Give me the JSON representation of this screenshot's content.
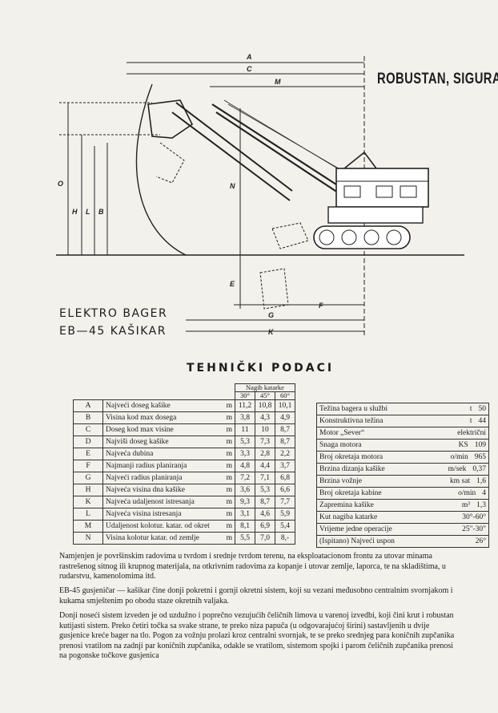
{
  "header": {
    "headline": "ROBUSTAN, SIGURA"
  },
  "diagram": {
    "dimension_labels": [
      "A",
      "C",
      "M",
      "O",
      "H",
      "L",
      "B",
      "N",
      "E",
      "F",
      "G",
      "K"
    ]
  },
  "model": {
    "line1": "ELEKTRO BAGER",
    "line2": "EB—45 KAŠIKAR"
  },
  "section_title": "TEHNIČKI PODACI",
  "spec_table": {
    "angle_header": "Nagib katarke",
    "angles": [
      "30°",
      "45°",
      "60°"
    ],
    "rows": [
      {
        "code": "A",
        "desc": "Najveći doseg kašike",
        "unit": "m",
        "v": [
          "11,2",
          "10,8",
          "10,1"
        ]
      },
      {
        "code": "B",
        "desc": "Visina kod max dosega",
        "unit": "m",
        "v": [
          "3,8",
          "4,3",
          "4,9"
        ]
      },
      {
        "code": "C",
        "desc": "Doseg kod max visine",
        "unit": "m",
        "v": [
          "11",
          "10",
          "8,7"
        ]
      },
      {
        "code": "D",
        "desc": "Najviši doseg kašike",
        "unit": "m",
        "v": [
          "5,3",
          "7,3",
          "8,7"
        ]
      },
      {
        "code": "E",
        "desc": "Najveća dubina",
        "unit": "m",
        "v": [
          "3,3",
          "2,8",
          "2,2"
        ]
      },
      {
        "code": "F",
        "desc": "Najmanji radius planiranja",
        "unit": "m",
        "v": [
          "4,8",
          "4,4",
          "3,7"
        ]
      },
      {
        "code": "G",
        "desc": "Najveći radius planiranja",
        "unit": "m",
        "v": [
          "7,2",
          "7,1",
          "6,8"
        ]
      },
      {
        "code": "H",
        "desc": "Najveća visina dna kašike",
        "unit": "m",
        "v": [
          "3,6",
          "5,3",
          "6,6"
        ]
      },
      {
        "code": "K",
        "desc": "Najveća udaljenost istresanja",
        "unit": "m",
        "v": [
          "9,3",
          "8,7",
          "7,7"
        ]
      },
      {
        "code": "L",
        "desc": "Najveća visina istresanja",
        "unit": "m",
        "v": [
          "3,1",
          "4,6",
          "5,9"
        ]
      },
      {
        "code": "M",
        "desc": "Udaljenost kolotur. katar. od okret",
        "unit": "m",
        "v": [
          "8,1",
          "6,9",
          "5,4"
        ]
      },
      {
        "code": "N",
        "desc": "Visina kolotur katar. od zemlje",
        "unit": "m",
        "v": [
          "5,5",
          "7,0",
          "8,-"
        ]
      }
    ]
  },
  "data_table": {
    "rows": [
      {
        "label": "Težina bagera u službi",
        "unit": "t",
        "value": "50"
      },
      {
        "label": "Konstruktivna težina",
        "unit": "t",
        "value": "44"
      },
      {
        "label": "Motor „Sever“",
        "unit": "",
        "value": "električni"
      },
      {
        "label": "Snaga motora",
        "unit": "KS",
        "value": "109"
      },
      {
        "label": "Broj okretaja motora",
        "unit": "o/min",
        "value": "965"
      },
      {
        "label": "Brzina dizanja kašike",
        "unit": "m/sek",
        "value": "0,37"
      },
      {
        "label": "Brzina vožnje",
        "unit": "km sat",
        "value": "1,6"
      },
      {
        "label": "Broj okretaja kabine",
        "unit": "o/min",
        "value": "4"
      },
      {
        "label": "Zapremina kašike",
        "unit": "m³",
        "value": "1,3"
      },
      {
        "label": "Kut nagiba katarke",
        "unit": "",
        "value": "30°-60°"
      },
      {
        "label": "Vrijeme jedne operacije",
        "unit": "",
        "value": "25\"-30\""
      },
      {
        "label": "(Ispitano) Najveći uspon",
        "unit": "",
        "value": "26°"
      }
    ]
  },
  "paragraphs": {
    "p1": "Namjenjen je površinskim radovima u tvrdom i srednje tvrdom terenu, na eksploatacionom frontu za utovar minama rastrešenog sitnog ili krupnog materijala, na otkrivnim radovima za kopanje i utovar zemlje, laporca, te na skladištima, u rudarstvu, kamenolomima itd.",
    "p2": "EB-45 gusjeničar — kašikar čine donji pokretni i gornji okretni sistem, koji su vezani međusobno centralnim svornjakom i kukama smještenim po obodu staze okretnih valjaka.",
    "p3": "Donji noseći sistem izveden je od uzdužno i poprečno vezujućih čeličnih limova u varenoj izvedbi, koji čini krut i robustan kutijasti sistem. Preko četiri točka sa svake strane, te preko niza papuča (u odgovarajućoj širini) sastavljenih u dvije gusjenice kreće bager na tlo. Pogon za vožnju prolazi kroz centralni svornjak, te se preko srednjeg para koničnih zupčanika prenosi vratilom na zadnji par koničnih zupčanika, odakle se vratilom, sistemom spojki i parom čeličnih zupčanika prenosi na pogonske točkove gusjenica"
  }
}
